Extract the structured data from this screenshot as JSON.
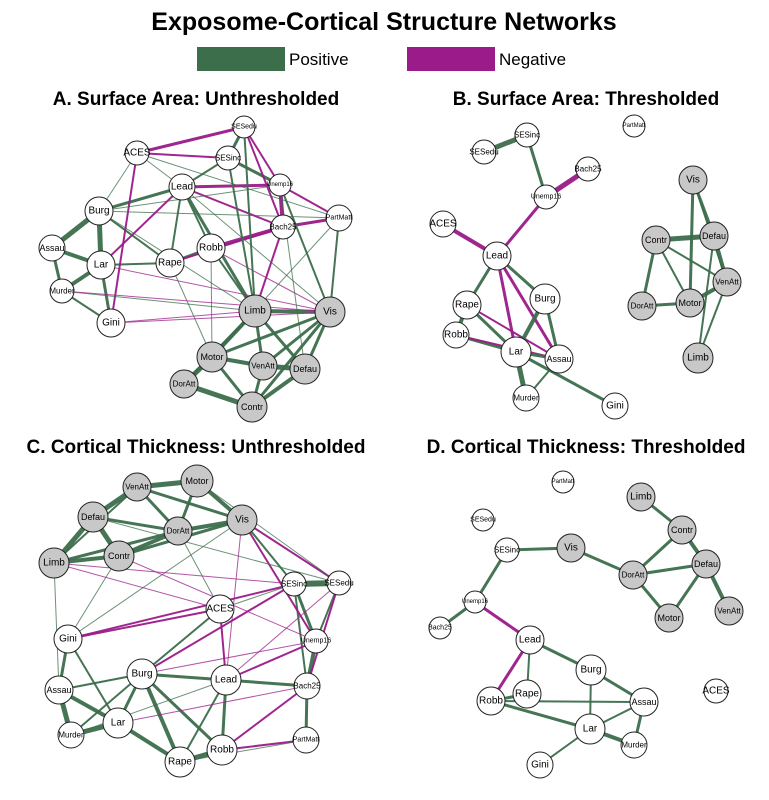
{
  "title": "Exposome-Cortical Structure Networks",
  "legend": [
    {
      "label": "Positive",
      "color": "#3c6e4b"
    },
    {
      "label": "Negative",
      "color": "#9b1b8a"
    }
  ],
  "colors": {
    "positive": "#3c6e4b",
    "negative": "#9b1b8a",
    "exposome_node": "#ffffff",
    "cortical_node": "#c8c8c8"
  },
  "cortical_nodes": [
    "Vis",
    "Motor",
    "DorAtt",
    "VenAtt",
    "Limb",
    "Defau",
    "Contr"
  ],
  "panels": [
    {
      "id": "A",
      "title": "A. Surface Area: Unthresholded",
      "nodes": [
        "SESedu",
        "ACES",
        "SESinc",
        "Unemp16",
        "Lead",
        "Burg",
        "Bach25",
        "PartMatt",
        "Assau",
        "Lar",
        "Rape",
        "Robb",
        "Murder",
        "Gini",
        "Limb",
        "Vis",
        "Motor",
        "VenAtt",
        "Defau",
        "DorAtt",
        "Contr"
      ],
      "edges": [
        [
          "Burg",
          "Assau",
          "pos",
          5
        ],
        [
          "Burg",
          "Lar",
          "pos",
          5
        ],
        [
          "Assau",
          "Lar",
          "pos",
          4
        ],
        [
          "Lar",
          "Murder",
          "pos",
          4
        ],
        [
          "Murder",
          "Assau",
          "pos",
          3
        ],
        [
          "Gini",
          "Lar",
          "pos",
          3
        ],
        [
          "Gini",
          "Murder",
          "pos",
          2
        ],
        [
          "Burg",
          "Rape",
          "pos",
          2
        ],
        [
          "Lar",
          "Rape",
          "pos",
          2
        ],
        [
          "Rape",
          "Robb",
          "pos",
          3
        ],
        [
          "Burg",
          "Lead",
          "pos",
          3
        ],
        [
          "Lead",
          "Robb",
          "pos",
          2
        ],
        [
          "Lead",
          "Rape",
          "pos",
          2
        ],
        [
          "Robb",
          "Bach25",
          "neg",
          4
        ],
        [
          "Rape",
          "Bach25",
          "neg",
          2
        ],
        [
          "Lead",
          "Unemp16",
          "neg",
          3
        ],
        [
          "Lead",
          "SESinc",
          "pos",
          2
        ],
        [
          "SESinc",
          "Unemp16",
          "pos",
          3
        ],
        [
          "SESedu",
          "SESinc",
          "pos",
          3
        ],
        [
          "SESedu",
          "Unemp16",
          "neg",
          2
        ],
        [
          "SESedu",
          "Bach25",
          "neg",
          2
        ],
        [
          "Unemp16",
          "Bach25",
          "neg",
          4
        ],
        [
          "Bach25",
          "PartMatt",
          "neg",
          3
        ],
        [
          "ACES",
          "SESedu",
          "neg",
          3
        ],
        [
          "ACES",
          "SESinc",
          "neg",
          2
        ],
        [
          "ACES",
          "Burg",
          "pos",
          1
        ],
        [
          "ACES",
          "Lead",
          "pos",
          1
        ],
        [
          "ACES",
          "Gini",
          "neg",
          2
        ],
        [
          "ACES",
          "PartMatt",
          "pos",
          1
        ],
        [
          "Lead",
          "Bach25",
          "neg",
          2
        ],
        [
          "Lead",
          "Limb",
          "pos",
          3
        ],
        [
          "Burg",
          "PartMatt",
          "pos",
          1
        ],
        [
          "Limb",
          "Vis",
          "pos",
          4
        ],
        [
          "Limb",
          "Motor",
          "pos",
          4
        ],
        [
          "Limb",
          "VenAtt",
          "pos",
          3
        ],
        [
          "Limb",
          "Defau",
          "pos",
          3
        ],
        [
          "Limb",
          "DorAtt",
          "pos",
          3
        ],
        [
          "Vis",
          "Motor",
          "pos",
          3
        ],
        [
          "Vis",
          "VenAtt",
          "pos",
          3
        ],
        [
          "Vis",
          "Defau",
          "pos",
          3
        ],
        [
          "Vis",
          "Contr",
          "pos",
          3
        ],
        [
          "Motor",
          "VenAtt",
          "pos",
          4
        ],
        [
          "Motor",
          "DorAtt",
          "pos",
          5
        ],
        [
          "VenAtt",
          "Defau",
          "pos",
          5
        ],
        [
          "VenAtt",
          "Contr",
          "pos",
          3
        ],
        [
          "DorAtt",
          "Contr",
          "pos",
          5
        ],
        [
          "Defau",
          "Contr",
          "pos",
          4
        ],
        [
          "Motor",
          "Contr",
          "pos",
          3
        ],
        [
          "Gini",
          "Limb",
          "neg",
          1
        ],
        [
          "Gini",
          "Vis",
          "neg",
          1
        ],
        [
          "Lar",
          "Vis",
          "neg",
          1
        ],
        [
          "Robb",
          "Limb",
          "pos",
          2
        ],
        [
          "Robb",
          "Vis",
          "neg",
          1
        ],
        [
          "PartMatt",
          "Vis",
          "pos",
          2
        ],
        [
          "Unemp16",
          "Vis",
          "pos",
          2
        ],
        [
          "SESedu",
          "Limb",
          "pos",
          2
        ],
        [
          "SESinc",
          "Limb",
          "pos",
          2
        ],
        [
          "Bach25",
          "Limb",
          "neg",
          2
        ],
        [
          "Robb",
          "Motor",
          "pos",
          1
        ],
        [
          "Rape",
          "Motor",
          "pos",
          1
        ],
        [
          "Lead",
          "Vis",
          "pos",
          1
        ],
        [
          "Unemp16",
          "Defau",
          "pos",
          1
        ],
        [
          "Burg",
          "Limb",
          "pos",
          1
        ],
        [
          "Murder",
          "Limb",
          "pos",
          1
        ],
        [
          "PartMatt",
          "Motor",
          "pos",
          1
        ],
        [
          "Unemp16",
          "PartMatt",
          "neg",
          2
        ],
        [
          "Lead",
          "Lar",
          "neg",
          2
        ],
        [
          "Burg",
          "Unemp16",
          "pos",
          1
        ],
        [
          "Murder",
          "Vis",
          "neg",
          1
        ]
      ]
    },
    {
      "id": "B",
      "title": "B. Surface Area: Thresholded",
      "nodes": [
        "SESinc",
        "SESedu",
        "PartMatt",
        "Bach25",
        "Unemp16",
        "ACES",
        "Lead",
        "Vis",
        "Defau",
        "Contr",
        "VenAtt",
        "DorAtt",
        "Motor",
        "Limb",
        "Rape",
        "Burg",
        "Robb",
        "Lar",
        "Assau",
        "Murder",
        "Gini"
      ],
      "edges": [
        [
          "SESedu",
          "SESinc",
          "pos",
          5
        ],
        [
          "SESinc",
          "Unemp16",
          "pos",
          3
        ],
        [
          "Unemp16",
          "Bach25",
          "neg",
          5
        ],
        [
          "Unemp16",
          "Lead",
          "neg",
          3
        ],
        [
          "ACES",
          "Lead",
          "neg",
          4
        ],
        [
          "Lead",
          "Burg",
          "pos",
          3
        ],
        [
          "Lead",
          "Rape",
          "pos",
          3
        ],
        [
          "Lead",
          "Lar",
          "neg",
          3
        ],
        [
          "Lead",
          "Assau",
          "neg",
          3
        ],
        [
          "Rape",
          "Robb",
          "pos",
          4
        ],
        [
          "Rape",
          "Lar",
          "pos",
          3
        ],
        [
          "Rape",
          "Assau",
          "neg",
          2
        ],
        [
          "Robb",
          "Lar",
          "pos",
          3
        ],
        [
          "Robb",
          "Assau",
          "neg",
          2
        ],
        [
          "Burg",
          "Lar",
          "pos",
          4
        ],
        [
          "Burg",
          "Assau",
          "pos",
          3
        ],
        [
          "Lar",
          "Murder",
          "pos",
          5
        ],
        [
          "Lar",
          "Assau",
          "pos",
          3
        ],
        [
          "Lar",
          "Gini",
          "pos",
          3
        ],
        [
          "Murder",
          "Assau",
          "pos",
          2
        ],
        [
          "Vis",
          "Defau",
          "pos",
          3
        ],
        [
          "Vis",
          "VenAtt",
          "pos",
          2
        ],
        [
          "Vis",
          "Motor",
          "pos",
          3
        ],
        [
          "Contr",
          "Defau",
          "pos",
          5
        ],
        [
          "Contr",
          "DorAtt",
          "pos",
          3
        ],
        [
          "Contr",
          "VenAtt",
          "pos",
          2
        ],
        [
          "Defau",
          "VenAtt",
          "pos",
          4
        ],
        [
          "Defau",
          "Limb",
          "pos",
          2
        ],
        [
          "DorAtt",
          "Motor",
          "pos",
          3
        ],
        [
          "Motor",
          "VenAtt",
          "pos",
          4
        ],
        [
          "VenAtt",
          "Limb",
          "pos",
          2
        ],
        [
          "Contr",
          "Motor",
          "pos",
          2
        ]
      ]
    },
    {
      "id": "C",
      "title": "C. Cortical Thickness: Unthresholded",
      "nodes": [
        "VenAtt",
        "Motor",
        "Defau",
        "DorAtt",
        "Vis",
        "Limb",
        "Contr",
        "SESinc",
        "SESedu",
        "ACES",
        "Gini",
        "Unemp16",
        "Assau",
        "Burg",
        "Lead",
        "Bach25",
        "Lar",
        "Murder",
        "PartMatt",
        "Robb",
        "Rape"
      ],
      "edges": [
        [
          "VenAtt",
          "Motor",
          "pos",
          5
        ],
        [
          "VenAtt",
          "Defau",
          "pos",
          5
        ],
        [
          "VenAtt",
          "DorAtt",
          "pos",
          3
        ],
        [
          "Motor",
          "DorAtt",
          "pos",
          3
        ],
        [
          "Motor",
          "Vis",
          "pos",
          4
        ],
        [
          "Defau",
          "Limb",
          "pos",
          5
        ],
        [
          "Defau",
          "Contr",
          "pos",
          5
        ],
        [
          "Defau",
          "DorAtt",
          "pos",
          3
        ],
        [
          "Limb",
          "Contr",
          "pos",
          4
        ],
        [
          "Limb",
          "DorAtt",
          "pos",
          3
        ],
        [
          "DorAtt",
          "Vis",
          "pos",
          4
        ],
        [
          "DorAtt",
          "Contr",
          "pos",
          4
        ],
        [
          "Vis",
          "Contr",
          "pos",
          3
        ],
        [
          "VenAtt",
          "Vis",
          "pos",
          3
        ],
        [
          "Limb",
          "VenAtt",
          "pos",
          2
        ],
        [
          "SESinc",
          "SESedu",
          "pos",
          6
        ],
        [
          "SESinc",
          "Unemp16",
          "pos",
          3
        ],
        [
          "SESedu",
          "Unemp16",
          "pos",
          2
        ],
        [
          "Unemp16",
          "Bach25",
          "pos",
          4
        ],
        [
          "Bach25",
          "PartMatt",
          "pos",
          3
        ],
        [
          "SESinc",
          "Bach25",
          "pos",
          2
        ],
        [
          "SESedu",
          "Bach25",
          "neg",
          2
        ],
        [
          "ACES",
          "Lead",
          "neg",
          2
        ],
        [
          "ACES",
          "Burg",
          "pos",
          2
        ],
        [
          "ACES",
          "Gini",
          "neg",
          2
        ],
        [
          "ACES",
          "SESinc",
          "pos",
          1
        ],
        [
          "Gini",
          "Assau",
          "pos",
          3
        ],
        [
          "Gini",
          "Lar",
          "pos",
          2
        ],
        [
          "Assau",
          "Lar",
          "pos",
          4
        ],
        [
          "Assau",
          "Murder",
          "pos",
          5
        ],
        [
          "Lar",
          "Murder",
          "pos",
          5
        ],
        [
          "Lar",
          "Rape",
          "pos",
          4
        ],
        [
          "Lar",
          "Burg",
          "pos",
          3
        ],
        [
          "Burg",
          "Lead",
          "pos",
          3
        ],
        [
          "Burg",
          "Rape",
          "pos",
          4
        ],
        [
          "Burg",
          "Robb",
          "pos",
          3
        ],
        [
          "Lead",
          "Robb",
          "pos",
          3
        ],
        [
          "Lead",
          "Rape",
          "pos",
          2
        ],
        [
          "Rape",
          "Robb",
          "pos",
          5
        ],
        [
          "Lead",
          "Bach25",
          "pos",
          3
        ],
        [
          "Lead",
          "Unemp16",
          "neg",
          2
        ],
        [
          "Burg",
          "SESinc",
          "neg",
          2
        ],
        [
          "Gini",
          "SESinc",
          "neg",
          2
        ],
        [
          "Assau",
          "Burg",
          "pos",
          2
        ],
        [
          "Murder",
          "Burg",
          "pos",
          2
        ],
        [
          "Robb",
          "PartMatt",
          "neg",
          2
        ],
        [
          "Rape",
          "PartMatt",
          "pos",
          1
        ],
        [
          "Robb",
          "Bach25",
          "neg",
          2
        ],
        [
          "Vis",
          "SESinc",
          "pos",
          2
        ],
        [
          "Vis",
          "SESedu",
          "neg",
          2
        ],
        [
          "Vis",
          "Unemp16",
          "neg",
          2
        ],
        [
          "Vis",
          "Lead",
          "neg",
          1
        ],
        [
          "Vis",
          "Gini",
          "pos",
          1
        ],
        [
          "DorAtt",
          "ACES",
          "pos",
          1
        ],
        [
          "Motor",
          "SESedu",
          "pos",
          1
        ],
        [
          "Limb",
          "SESinc",
          "neg",
          1
        ],
        [
          "Limb",
          "ACES",
          "neg",
          1
        ],
        [
          "Contr",
          "Unemp16",
          "neg",
          1
        ],
        [
          "Contr",
          "Gini",
          "pos",
          1
        ],
        [
          "Defau",
          "SESedu",
          "pos",
          1
        ],
        [
          "Limb",
          "Assau",
          "pos",
          1
        ],
        [
          "Lead",
          "SESedu",
          "neg",
          1
        ],
        [
          "Burg",
          "Unemp16",
          "neg",
          1
        ],
        [
          "Lar",
          "Bach25",
          "neg",
          1
        ],
        [
          "Murder",
          "Lead",
          "pos",
          1
        ]
      ]
    },
    {
      "id": "D",
      "title": "D. Cortical Thickness: Thresholded",
      "nodes": [
        "PartMatt",
        "Limb",
        "SESedu",
        "SESinc",
        "Vis",
        "Contr",
        "DorAtt",
        "Defau",
        "Unemp16",
        "Bach25",
        "Motor",
        "VenAtt",
        "Lead",
        "Burg",
        "ACES",
        "Robb",
        "Rape",
        "Assau",
        "Lar",
        "Murder",
        "Gini"
      ],
      "edges": [
        [
          "SESinc",
          "Vis",
          "pos",
          3
        ],
        [
          "Vis",
          "DorAtt",
          "pos",
          3
        ],
        [
          "Limb",
          "Contr",
          "pos",
          3
        ],
        [
          "Contr",
          "DorAtt",
          "pos",
          3
        ],
        [
          "Contr",
          "Defau",
          "pos",
          4
        ],
        [
          "DorAtt",
          "Defau",
          "pos",
          3
        ],
        [
          "DorAtt",
          "Motor",
          "pos",
          3
        ],
        [
          "Defau",
          "Motor",
          "pos",
          3
        ],
        [
          "Defau",
          "VenAtt",
          "pos",
          4
        ],
        [
          "SESinc",
          "Unemp16",
          "pos",
          3
        ],
        [
          "Unemp16",
          "Bach25",
          "pos",
          3
        ],
        [
          "Unemp16",
          "Lead",
          "neg",
          3
        ],
        [
          "Lead",
          "Burg",
          "pos",
          3
        ],
        [
          "Lead",
          "Rape",
          "pos",
          2
        ],
        [
          "Lead",
          "Robb",
          "neg",
          3
        ],
        [
          "Burg",
          "Assau",
          "pos",
          3
        ],
        [
          "Burg",
          "Lar",
          "pos",
          2
        ],
        [
          "Robb",
          "Rape",
          "pos",
          3
        ],
        [
          "Robb",
          "Lar",
          "pos",
          3
        ],
        [
          "Robb",
          "Assau",
          "pos",
          2
        ],
        [
          "Lar",
          "Murder",
          "pos",
          4
        ],
        [
          "Lar",
          "Gini",
          "pos",
          2
        ],
        [
          "Assau",
          "Murder",
          "pos",
          3
        ],
        [
          "Lar",
          "Assau",
          "pos",
          2
        ]
      ]
    }
  ]
}
